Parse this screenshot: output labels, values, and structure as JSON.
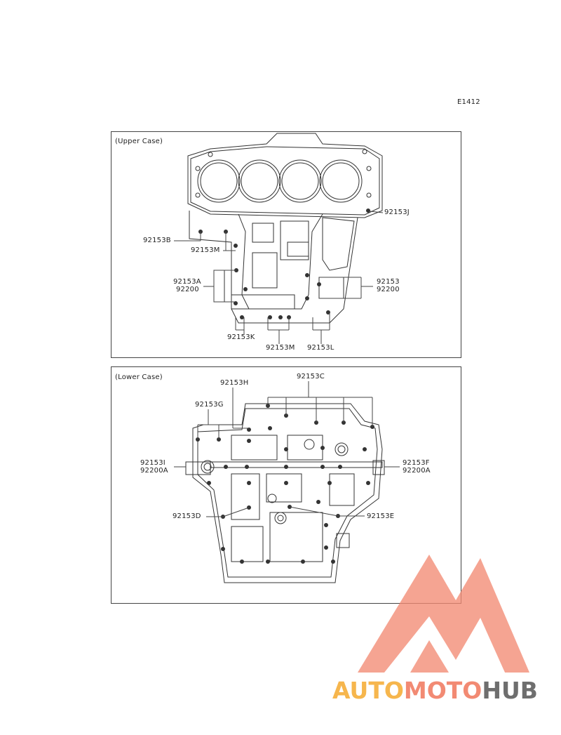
{
  "diagram_id": "E1412",
  "upper": {
    "title": "(Upper Case)",
    "labels": {
      "j": "92153J",
      "b": "92153B",
      "m1": "92153M",
      "a_line1": "92153A",
      "a_line2": "92200",
      "r_line1": "92153",
      "r_line2": "92200",
      "k": "92153K",
      "m2": "92153M",
      "l": "92153L"
    }
  },
  "lower": {
    "title": "(Lower Case)",
    "labels": {
      "h": "92153H",
      "c": "92153C",
      "g": "92153G",
      "i_line1": "92153I",
      "i_line2": "92200A",
      "f_line1": "92153F",
      "f_line2": "92200A",
      "d": "92153D",
      "e": "92153E"
    }
  },
  "watermark": {
    "part1": "AUTO",
    "part2": "MOTO",
    "part3": "HUB",
    "colors": {
      "auto": "#f6b64d",
      "moto": "#f28a73",
      "hub": "#6e6e6e",
      "triangle": "#f28a73"
    }
  }
}
